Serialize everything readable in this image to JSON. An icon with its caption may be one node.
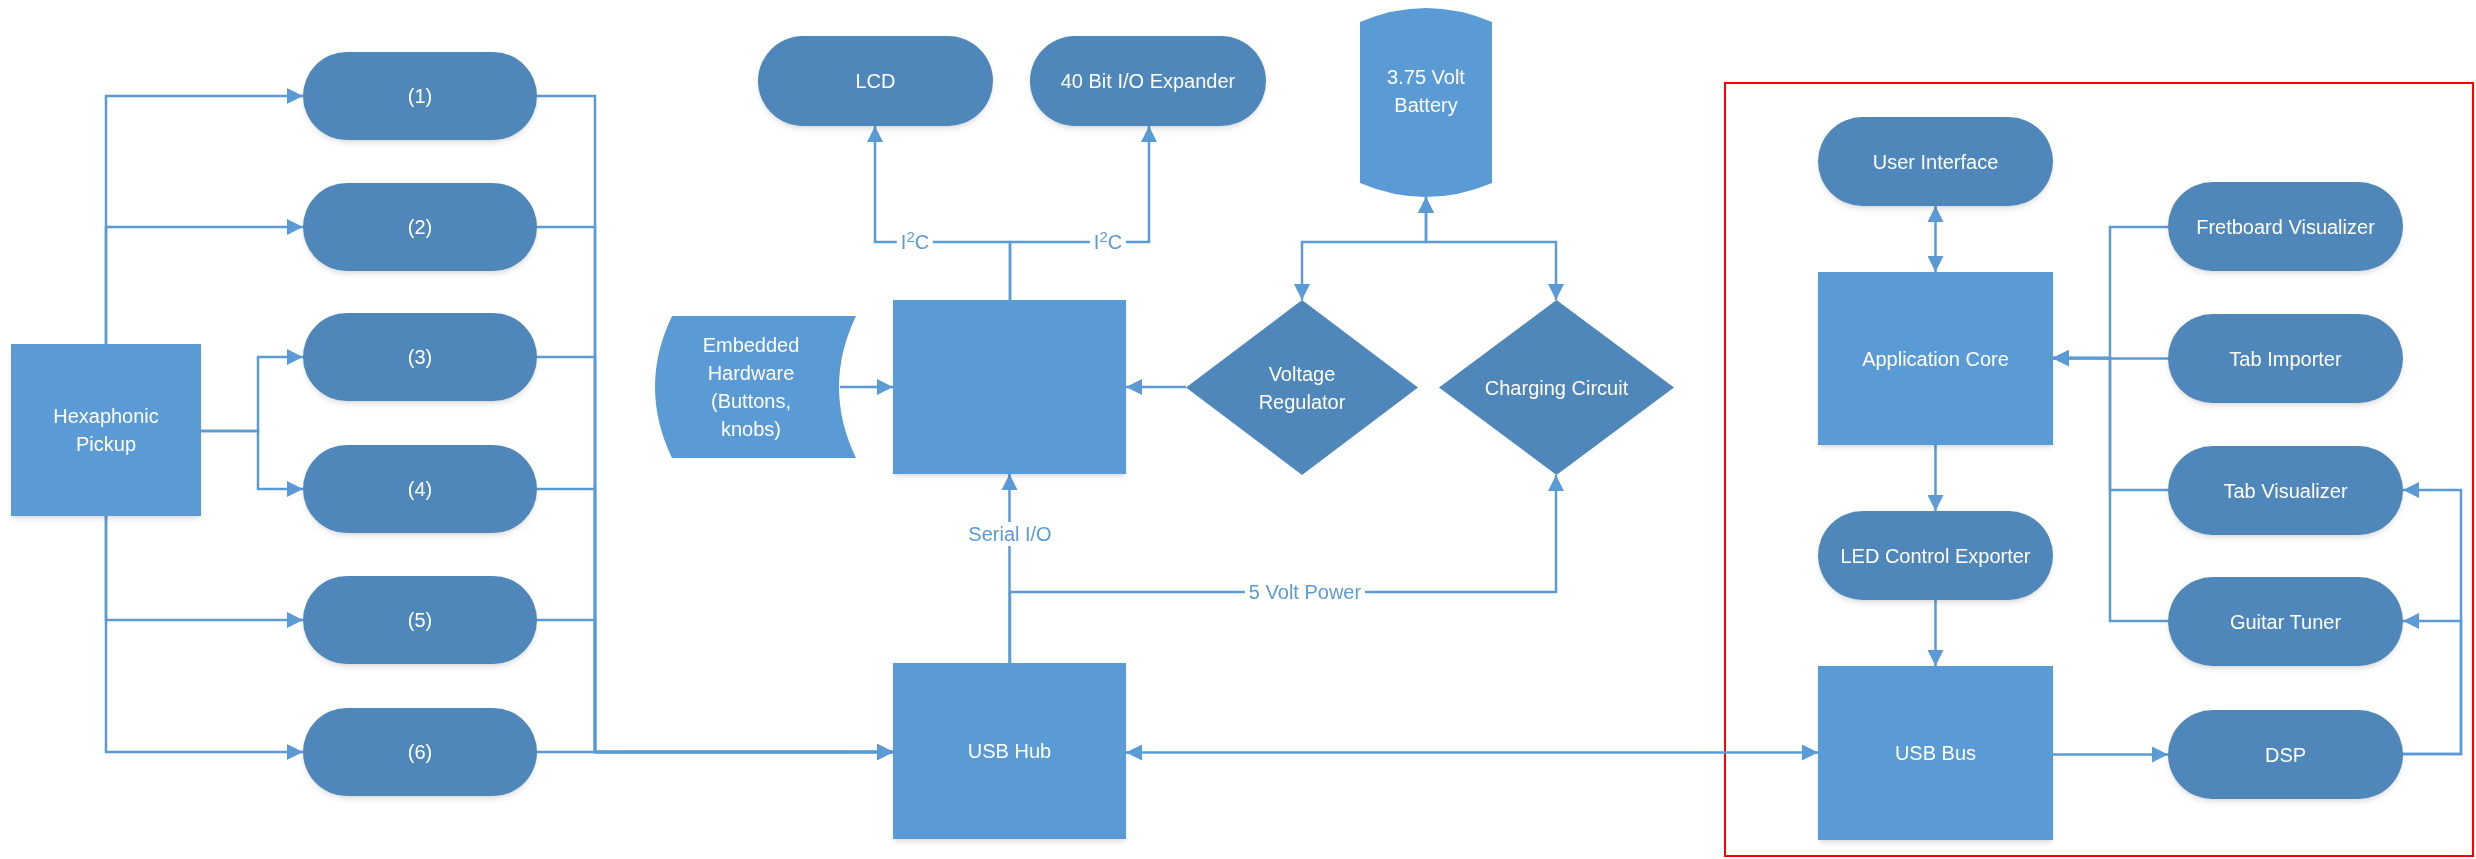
{
  "diagram": {
    "nodes": [
      {
        "text": [
          "Hexaphonic Pickup"
        ]
      },
      {
        "text": [
          "(1)"
        ]
      },
      {
        "text": [
          "(2)"
        ]
      },
      {
        "text": [
          "(3)"
        ]
      },
      {
        "text": [
          "(4)"
        ]
      },
      {
        "text": [
          "(5)"
        ]
      },
      {
        "text": [
          "(6)"
        ]
      },
      {
        "text": [
          "LCD"
        ]
      },
      {
        "text": [
          "40 Bit I/O Expander"
        ]
      },
      {
        "text": [
          "3.75 Volt Battery"
        ]
      },
      {
        "text": [
          "Embedded Hardware (Buttons, knobs)"
        ]
      },
      {
        "text": [],
        "shape": "box"
      },
      {
        "text": [
          "Voltage Regulator"
        ]
      },
      {
        "text": [
          "Charging Circuit"
        ]
      },
      {
        "text": [
          "USB Hub"
        ]
      },
      {
        "text": [
          "User Interface"
        ]
      },
      {
        "text": [
          "Application Core"
        ]
      },
      {
        "text": [
          "Fretboard Visualizer"
        ]
      },
      {
        "text": [
          "Tab Importer"
        ]
      },
      {
        "text": [
          "Tab Visualizer"
        ]
      },
      {
        "text": [
          "LED Control Exporter"
        ]
      },
      {
        "text": [
          "Guitar Tuner"
        ]
      },
      {
        "text": [
          "USB Bus"
        ]
      },
      {
        "text": [
          "DSP"
        ]
      }
    ],
    "edges": [
      {
        "from": 0,
        "to": 1,
        "arrow": "to"
      },
      {
        "from": 0,
        "to": 2,
        "arrow": "to"
      },
      {
        "from": 0,
        "to": 3,
        "arrow": "to"
      },
      {
        "from": 0,
        "to": 4,
        "arrow": "to"
      },
      {
        "from": 0,
        "to": 5,
        "arrow": "to"
      },
      {
        "from": 0,
        "to": 6,
        "arrow": "to"
      },
      {
        "from": 1,
        "to": 14,
        "arrow": "to"
      },
      {
        "from": 2,
        "to": 14,
        "arrow": "to"
      },
      {
        "from": 3,
        "to": 14,
        "arrow": "to"
      },
      {
        "from": 4,
        "to": 14,
        "arrow": "to"
      },
      {
        "from": 5,
        "to": 14,
        "arrow": "to"
      },
      {
        "from": 6,
        "to": 14,
        "arrow": "to"
      },
      {
        "from": 11,
        "to": 7,
        "arrow": "to",
        "label": "I$^{2}$C"
      },
      {
        "from": 11,
        "to": 8,
        "arrow": "to",
        "label": "I$^{2}$C"
      },
      {
        "from": 10,
        "to": 11,
        "arrow": "to"
      },
      {
        "from": 12,
        "to": 11,
        "arrow": "to"
      },
      {
        "from": 9,
        "to": 12,
        "arrow": "both"
      },
      {
        "from": 9,
        "to": 13,
        "arrow": "both"
      },
      {
        "from": 14,
        "to": 11,
        "arrow": "to",
        "label": "Serial I/O"
      },
      {
        "from": 14,
        "to": 13,
        "arrow": "to",
        "label": "5 Volt Power"
      },
      {
        "from": 14,
        "to": 22,
        "arrow": "both"
      },
      {
        "from": 15,
        "to": 16,
        "arrow": "both"
      },
      {
        "from": 17,
        "to": 16,
        "arrow": "to"
      },
      {
        "from": 18,
        "to": 16,
        "arrow": "to"
      },
      {
        "from": 19,
        "to": 16,
        "arrow": "to"
      },
      {
        "from": 21,
        "to": 16,
        "arrow": "to"
      },
      {
        "from": 16,
        "to": 20,
        "arrow": "to"
      },
      {
        "from": 20,
        "to": 22,
        "arrow": "to"
      },
      {
        "from": 22,
        "to": 23,
        "arrow": "to"
      },
      {
        "from": 23,
        "to": 19,
        "arrow": "to"
      },
      {
        "from": 23,
        "to": 21,
        "arrow": "to"
      }
    ]
  }
}
